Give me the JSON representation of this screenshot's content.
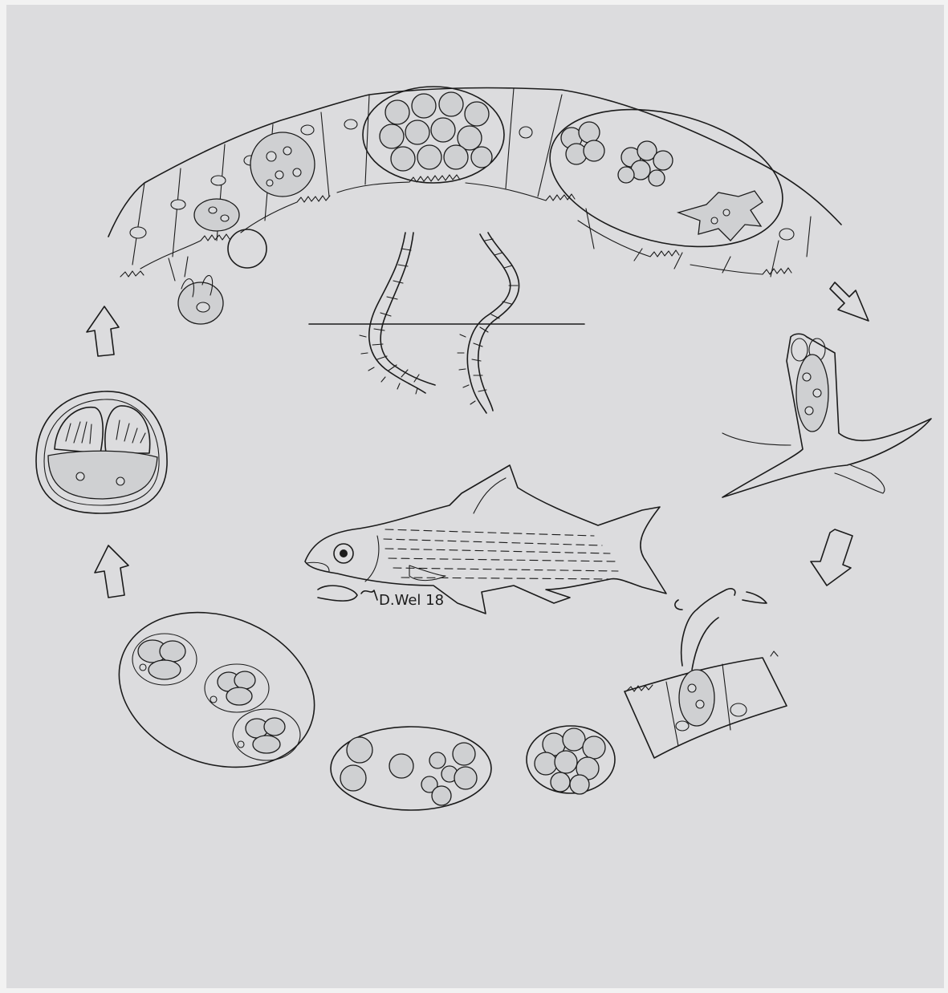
{
  "signature": "D.Wel 18",
  "colors": {
    "paper": "#dcdcde",
    "paper_edge": "#f2f2f2",
    "ink": "#1b1b1b"
  },
  "arrows": [
    {
      "name": "arrow-right-top",
      "direction": "down-right"
    },
    {
      "name": "arrow-right-middle",
      "direction": "down-left"
    },
    {
      "name": "arrow-left-lower",
      "direction": "up"
    },
    {
      "name": "arrow-left-upper",
      "direction": "up"
    }
  ]
}
